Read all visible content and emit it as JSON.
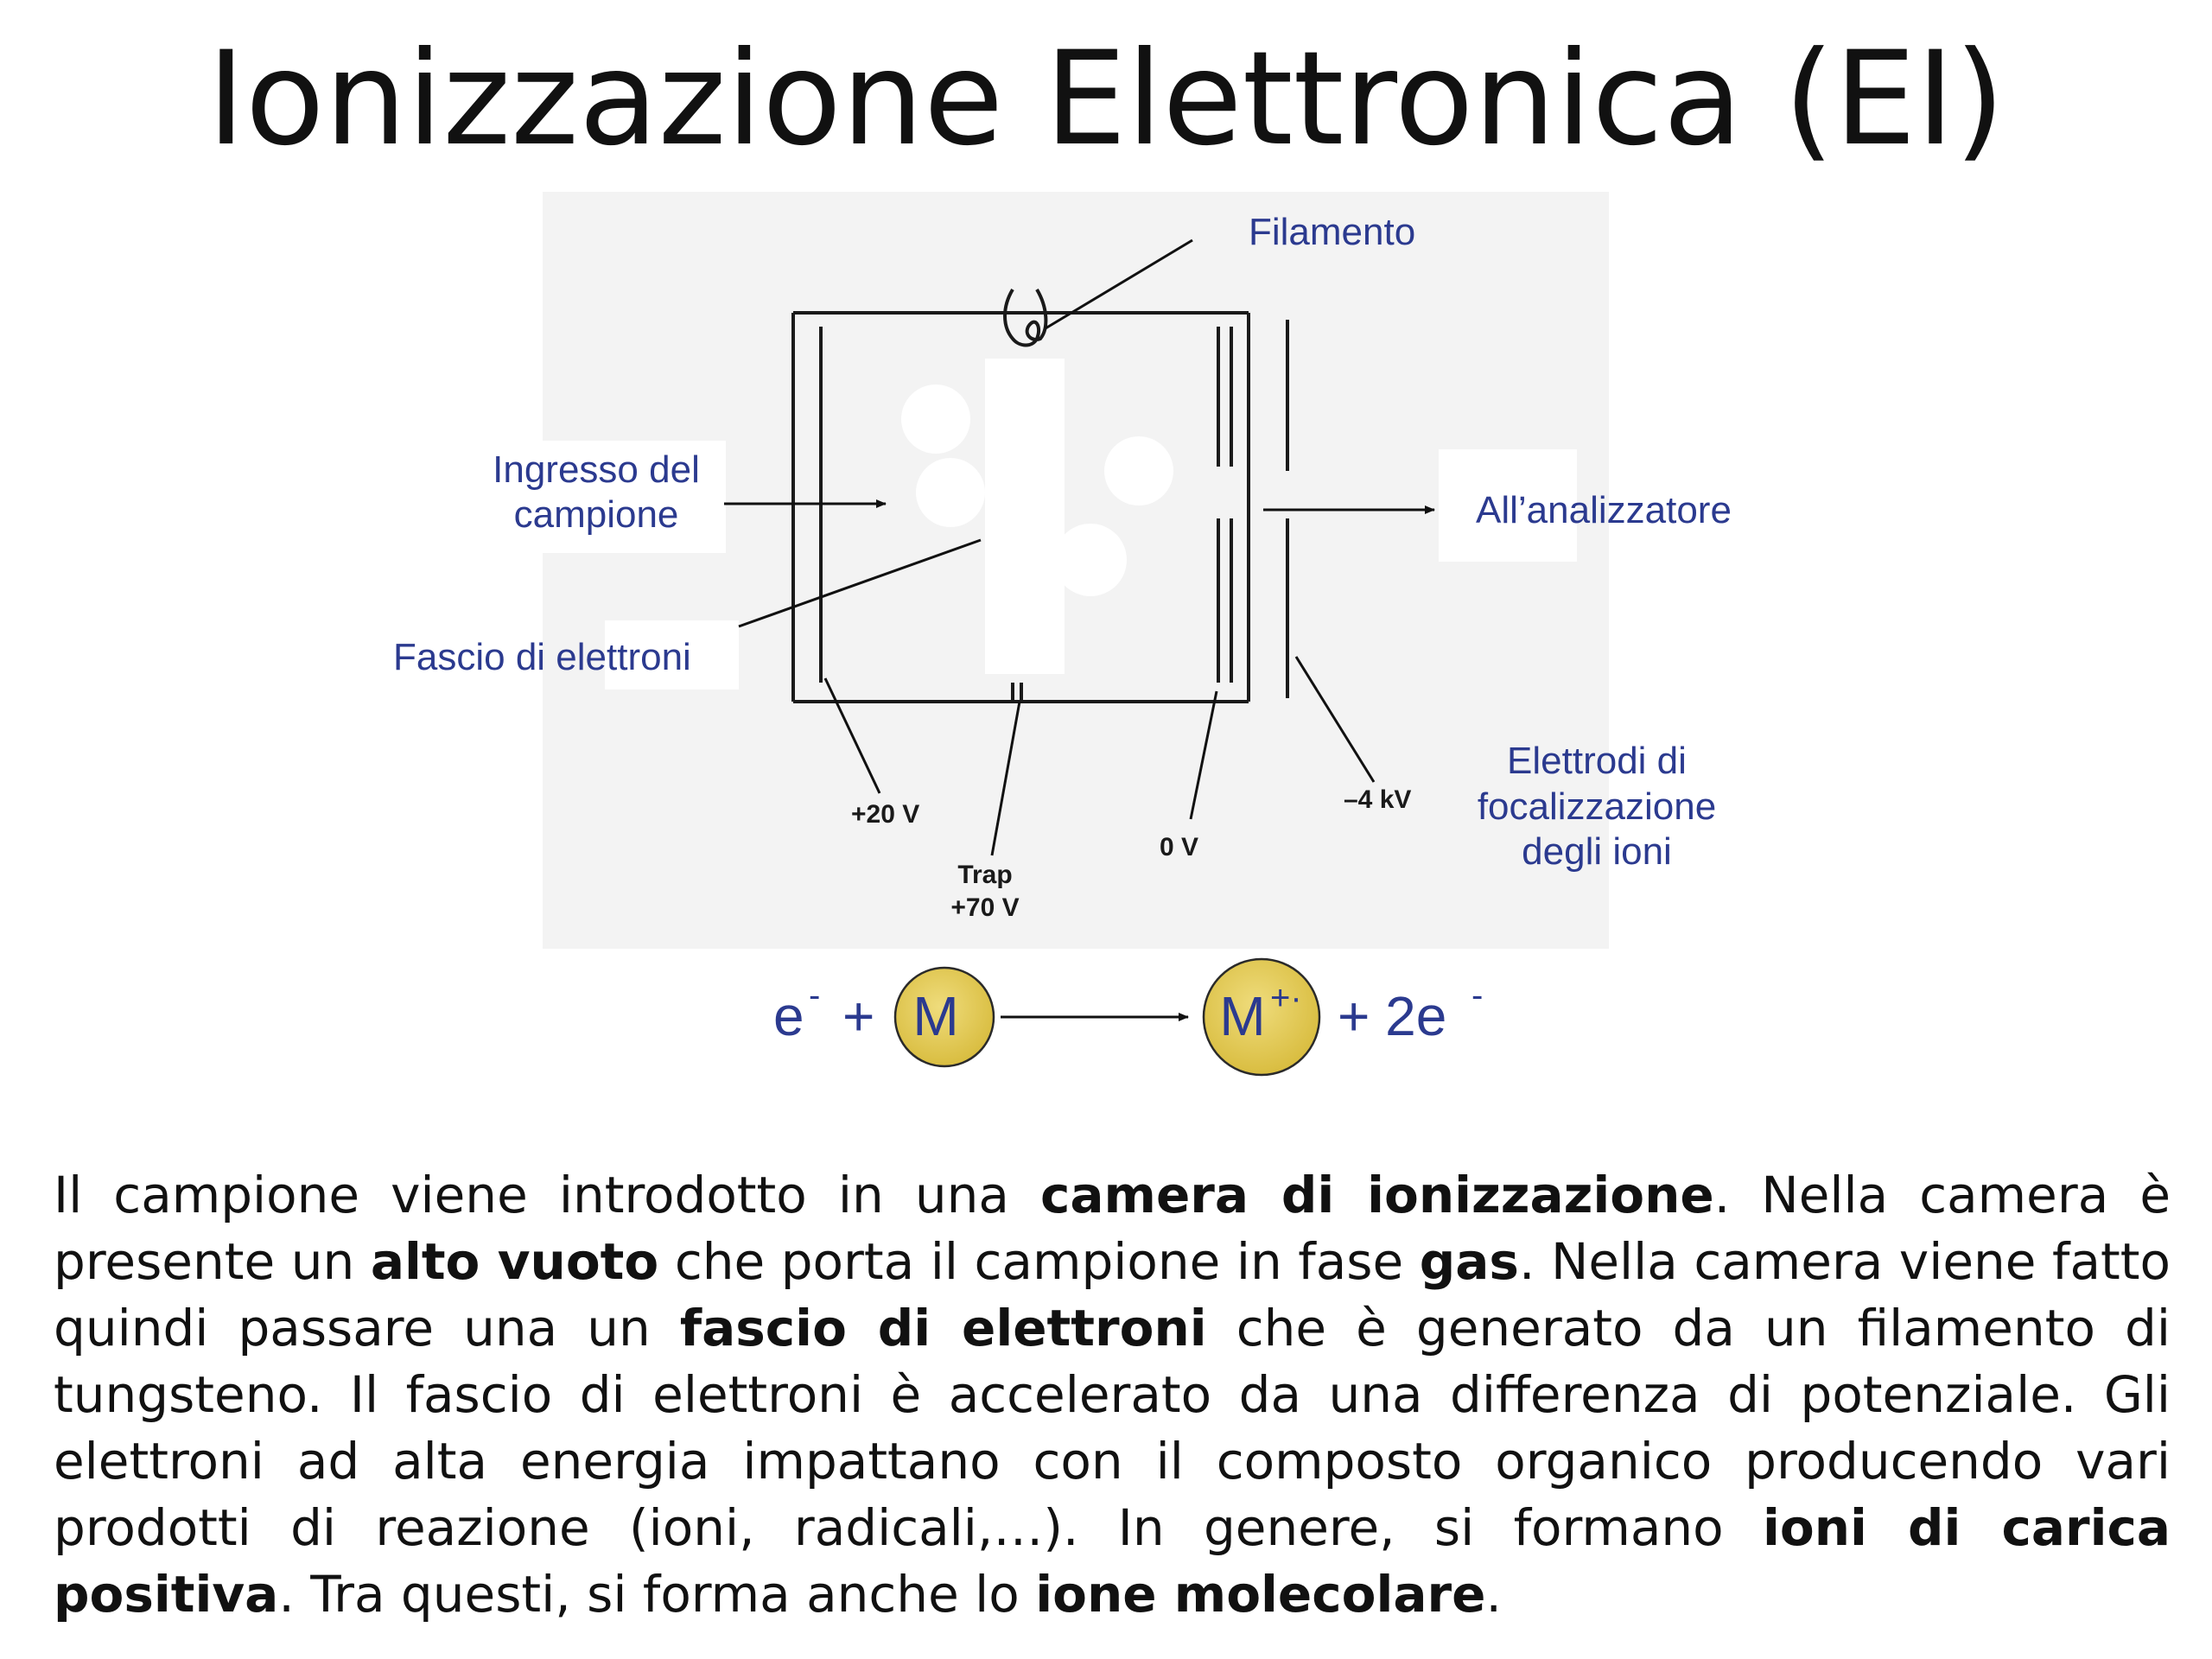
{
  "title": "Ionizzazione Elettronica (EI)",
  "diagram": {
    "labels": {
      "filament": "Filamento",
      "sample_inlet_line1": "Ingresso del",
      "sample_inlet_line2": "campione",
      "to_analyzer": "All’analizzatore",
      "electron_beam": "Fascio di elettroni",
      "focus_line1": "Elettrodi di",
      "focus_line2": "focalizzazione",
      "focus_line3": "degli ioni",
      "v_plus20": "+20 V",
      "v_0": "0 V",
      "v_minus4k": "–4 kV",
      "trap_line1": "Trap",
      "trap_line2": "+70 V"
    },
    "equation": {
      "electron": "e",
      "electron_charge": "-",
      "plus1": "+",
      "molecule": "M",
      "ion": "M",
      "ion_charge": "+·",
      "plus2": "+ 2e",
      "product_charge": "-"
    },
    "colors": {
      "label_blue": "#2b3a8f",
      "sphere_fill": "#e6cd58",
      "sphere_stroke": "#2a2a2a",
      "image_bg": "#f3f3f3"
    }
  },
  "paragraph": {
    "p1": "Il campione viene introdotto in una ",
    "b1": "camera di ionizzazione",
    "p2": ". Nella camera è presente un ",
    "b2": "alto vuoto",
    "p3": " che porta il campione in fase ",
    "b3": "gas",
    "p4": ". Nella camera viene fatto quindi passare una un ",
    "b4": "fascio di elettroni",
    "p5": " che è generato da un filamento di tungsteno. Il fascio di elettroni è accelerato da una differenza di potenziale. Gli elettroni ad alta energia impattano con il composto organico producendo vari prodotti di reazione (ioni, radicali,…). In genere, si formano ",
    "b5": "ioni di carica positiva",
    "p6": ". Tra questi, si forma anche lo ",
    "b6": "ione molecolare",
    "p7": "."
  }
}
